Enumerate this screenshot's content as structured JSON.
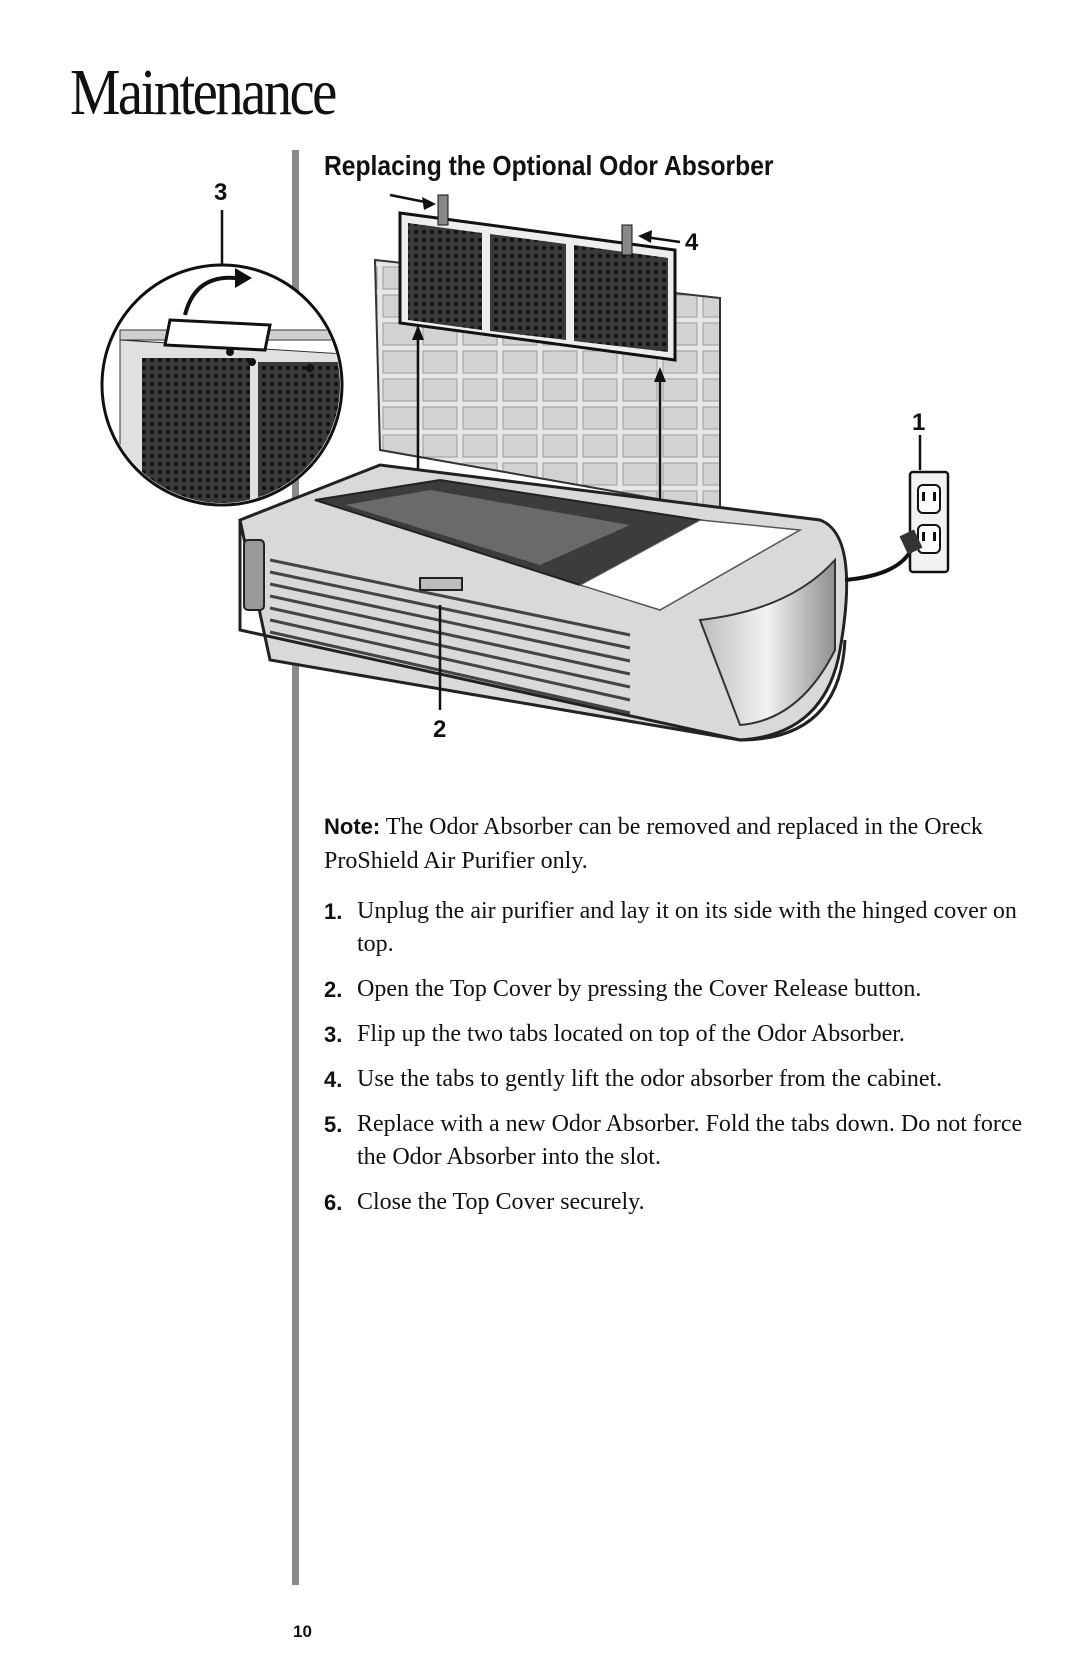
{
  "page_title": "Maintenance",
  "section_title": "Replacing the Optional Odor Absorber",
  "figure": {
    "callouts": {
      "c1": "1",
      "c2": "2",
      "c3": "3",
      "c4": "4"
    }
  },
  "note": {
    "label": "Note:",
    "text": "The Odor Absorber can be removed and replaced in the Oreck ProShield Air Purifier only."
  },
  "steps": [
    {
      "num": "1.",
      "text": "Unplug the air purifier and lay it on its side with the hinged cover on top."
    },
    {
      "num": "2.",
      "text": "Open the Top Cover by pressing the Cover Release button."
    },
    {
      "num": "3.",
      "text": "Flip up the two tabs located on top of the Odor Absorber."
    },
    {
      "num": "4.",
      "text": "Use the tabs to gently lift the odor absorber from the cabinet."
    },
    {
      "num": "5.",
      "text": "Replace with a new Odor Absorber. Fold the tabs down. Do not force the Odor Absorber into the slot."
    },
    {
      "num": "6.",
      "text": "Close the Top Cover securely."
    }
  ],
  "page_number": "10"
}
